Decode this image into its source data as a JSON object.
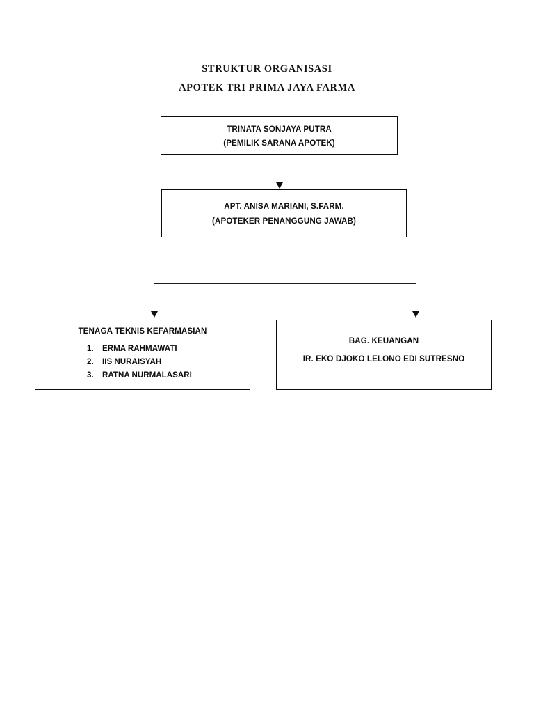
{
  "document": {
    "title_lines": [
      "STRUKTUR ORGANISASI",
      "APOTEK TRI PRIMA JAYA FARMA"
    ]
  },
  "chart_data": {
    "type": "diagram",
    "diagram_kind": "organizational-chart",
    "title": "STRUKTUR ORGANISASI APOTEK TRI PRIMA JAYA FARMA",
    "nodes": [
      {
        "id": "owner",
        "level": 1,
        "name": "TRINATA SONJAYA PUTRA",
        "role": "(PEMILIK  SARANA APOTEK)"
      },
      {
        "id": "apoteker",
        "level": 2,
        "name": "APT. ANISA MARIANI, S.FARM.",
        "role": "(APOTEKER PENANGGUNG JAWAB)"
      },
      {
        "id": "teknis",
        "level": 3,
        "name": "TENAGA TEKNIS KEFARMASIAN",
        "members": [
          {
            "num": "1.",
            "name": "ERMA RAHMAWATI"
          },
          {
            "num": "2.",
            "name": "IIS NURAISYAH"
          },
          {
            "num": "3.",
            "name": "RATNA NURMALASARI"
          }
        ]
      },
      {
        "id": "keuangan",
        "level": 3,
        "name": "BAG. KEUANGAN",
        "role": "IR. EKO DJOKO LELONO EDI SUTRESNO"
      }
    ],
    "edges": [
      {
        "from": "owner",
        "to": "apoteker",
        "style": "arrow"
      },
      {
        "from": "apoteker",
        "to": "teknis",
        "style": "arrow"
      },
      {
        "from": "apoteker",
        "to": "keuangan",
        "style": "arrow"
      }
    ],
    "colors": {
      "background": "#ffffff",
      "box_border": "#0d0d0d",
      "text": "#0d0d0d",
      "connector": "#1c1c1c"
    }
  },
  "boxes": {
    "owner": {
      "line1": "TRINATA SONJAYA PUTRA",
      "line2": "(PEMILIK  SARANA APOTEK)"
    },
    "apoteker": {
      "line1": "APT. ANISA MARIANI, S.FARM.",
      "line2": "(APOTEKER PENANGGUNG JAWAB)"
    },
    "teknis": {
      "heading": "TENAGA TEKNIS KEFARMASIAN",
      "members": [
        {
          "num": "1.",
          "name": "ERMA RAHMAWATI"
        },
        {
          "num": "2.",
          "name": "IIS NURAISYAH"
        },
        {
          "num": "3.",
          "name": "RATNA NURMALASARI"
        }
      ]
    },
    "keuangan": {
      "line1": "BAG. KEUANGAN",
      "line2": "IR. EKO DJOKO LELONO EDI SUTRESNO"
    }
  }
}
